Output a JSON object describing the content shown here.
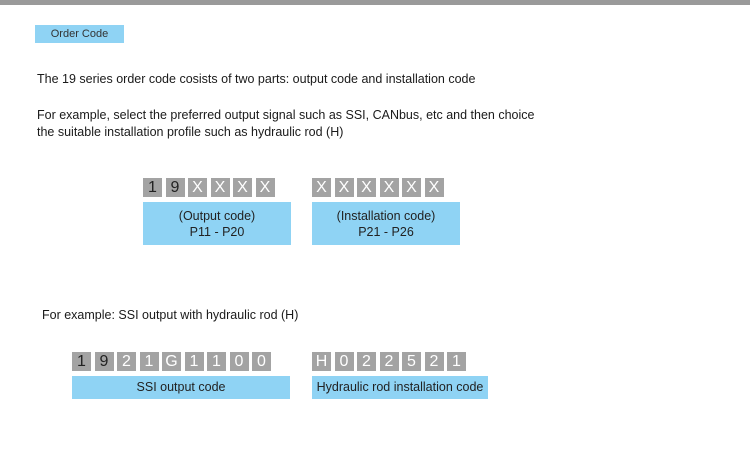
{
  "header": {
    "tag_label": "Order Code"
  },
  "intro": {
    "line1": "The 19 series order code cosists of two parts: output code and installation code",
    "line2": "For example, select the preferred output signal such as SSI, CANbus, etc and then choice",
    "line3": "the suitable installation profile such as hydraulic rod (H)"
  },
  "template": {
    "output_digits": [
      "1",
      "9",
      "X",
      "X",
      "X",
      "X"
    ],
    "install_digits": [
      "X",
      "X",
      "X",
      "X",
      "X",
      "X"
    ],
    "output_box": {
      "line1": "(Output code)",
      "line2": "P11 - P20"
    },
    "install_box": {
      "line1": "(Installation code)",
      "line2": "P21 - P26"
    }
  },
  "example": {
    "title": "For example: SSI output with hydraulic rod (H)",
    "output_digits": [
      "1",
      "9",
      "2",
      "1",
      "G",
      "1",
      "1",
      "0",
      "0"
    ],
    "install_digits": [
      "H",
      "0",
      "2",
      "2",
      "5",
      "2",
      "1"
    ],
    "output_label": "SSI output code",
    "install_label": "Hydraulic rod installation code"
  },
  "colors": {
    "accent_blue": "#8fd3f4",
    "cell_gray": "#a3a3a3",
    "top_bar": "#9a9a9a"
  }
}
